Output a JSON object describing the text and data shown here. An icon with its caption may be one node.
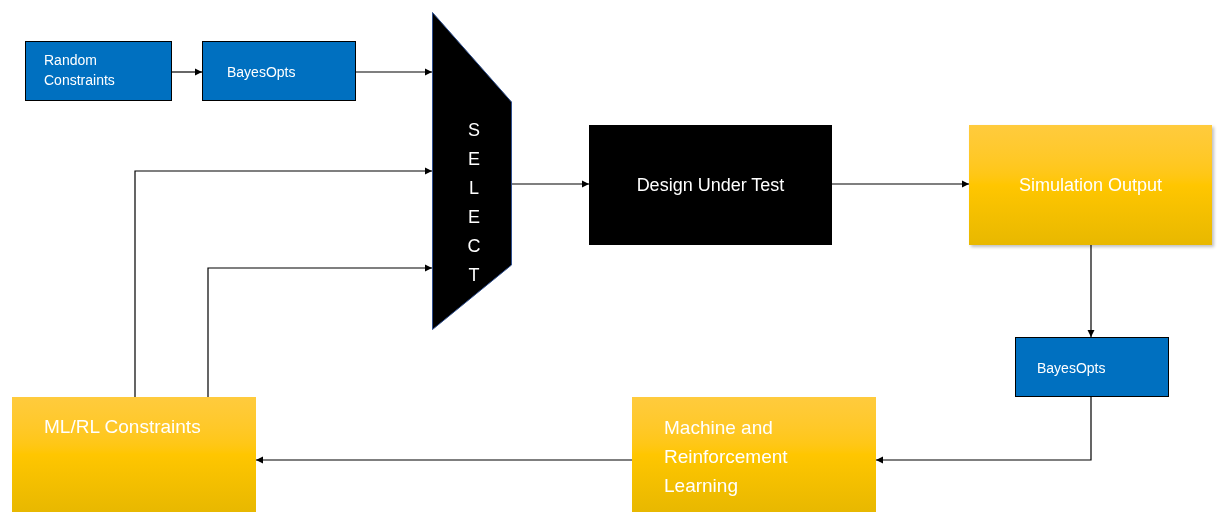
{
  "diagram": {
    "nodes": [
      {
        "text": [
          "Random Constraints"
        ]
      },
      {
        "text": [
          "BayesOpts"
        ]
      },
      {
        "text": [
          "SELECT"
        ]
      },
      {
        "text": [
          "Design Under Test"
        ]
      },
      {
        "text": [
          "Simulation Output"
        ]
      },
      {
        "text": [
          "BayesOpts"
        ]
      },
      {
        "text": [
          "Machine and Reinforcement Learning"
        ]
      },
      {
        "text": [
          "ML/RL Constraints"
        ]
      }
    ],
    "edges": [
      {
        "from": 0,
        "to": 1,
        "arrow": "to"
      },
      {
        "from": 1,
        "to": 2,
        "arrow": "to"
      },
      {
        "from": 7,
        "to": 2,
        "arrow": "to"
      },
      {
        "from": 7,
        "to": 2,
        "arrow": "to"
      },
      {
        "from": 2,
        "to": 3,
        "arrow": "to"
      },
      {
        "from": 3,
        "to": 4,
        "arrow": "to"
      },
      {
        "from": 4,
        "to": 5,
        "arrow": "to"
      },
      {
        "from": 5,
        "to": 6,
        "arrow": "to"
      },
      {
        "from": 6,
        "to": 7,
        "arrow": "to"
      }
    ]
  }
}
